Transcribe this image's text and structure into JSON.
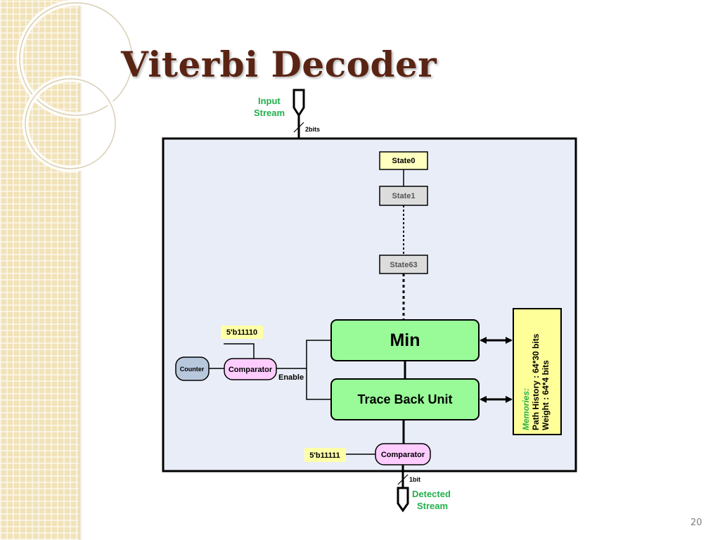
{
  "slide": {
    "title": "Viterbi Decoder",
    "page_number": "20"
  },
  "diagram": {
    "input": {
      "label_line1": "Input",
      "label_line2": "Stream",
      "width_label": "2bits"
    },
    "output": {
      "label_line1": "Detected",
      "label_line2": "Stream",
      "width_label": "1bit"
    },
    "states": [
      "State0",
      "State1",
      "State63"
    ],
    "min_block": "Min",
    "traceback_block": "Trace Back Unit",
    "counter": "Counter",
    "comparator_top": "Comparator",
    "comparator_bottom": "Comparator",
    "enable_label": "Enable",
    "constant_top": "5'b11110",
    "constant_bottom": "5'b11111",
    "memories": {
      "title": "Memories:",
      "line1": "Path History : 64*30 bits",
      "line2": "Weight : 64*4 bits"
    }
  },
  "colors": {
    "title": "#5a2414",
    "panel_bg": "#e8edf7",
    "green_block": "#98fb98",
    "state_yellow": "#ffffc0",
    "state_grey": "#dcdcdc",
    "comparator": "#ffccff",
    "counter": "#b8c8dc",
    "memories_bg": "#ffff99",
    "label_green": "#22b04c"
  },
  "icons": [
    "connector-pin-icon",
    "bus-slash-icon",
    "bidirectional-arrow-icon"
  ]
}
